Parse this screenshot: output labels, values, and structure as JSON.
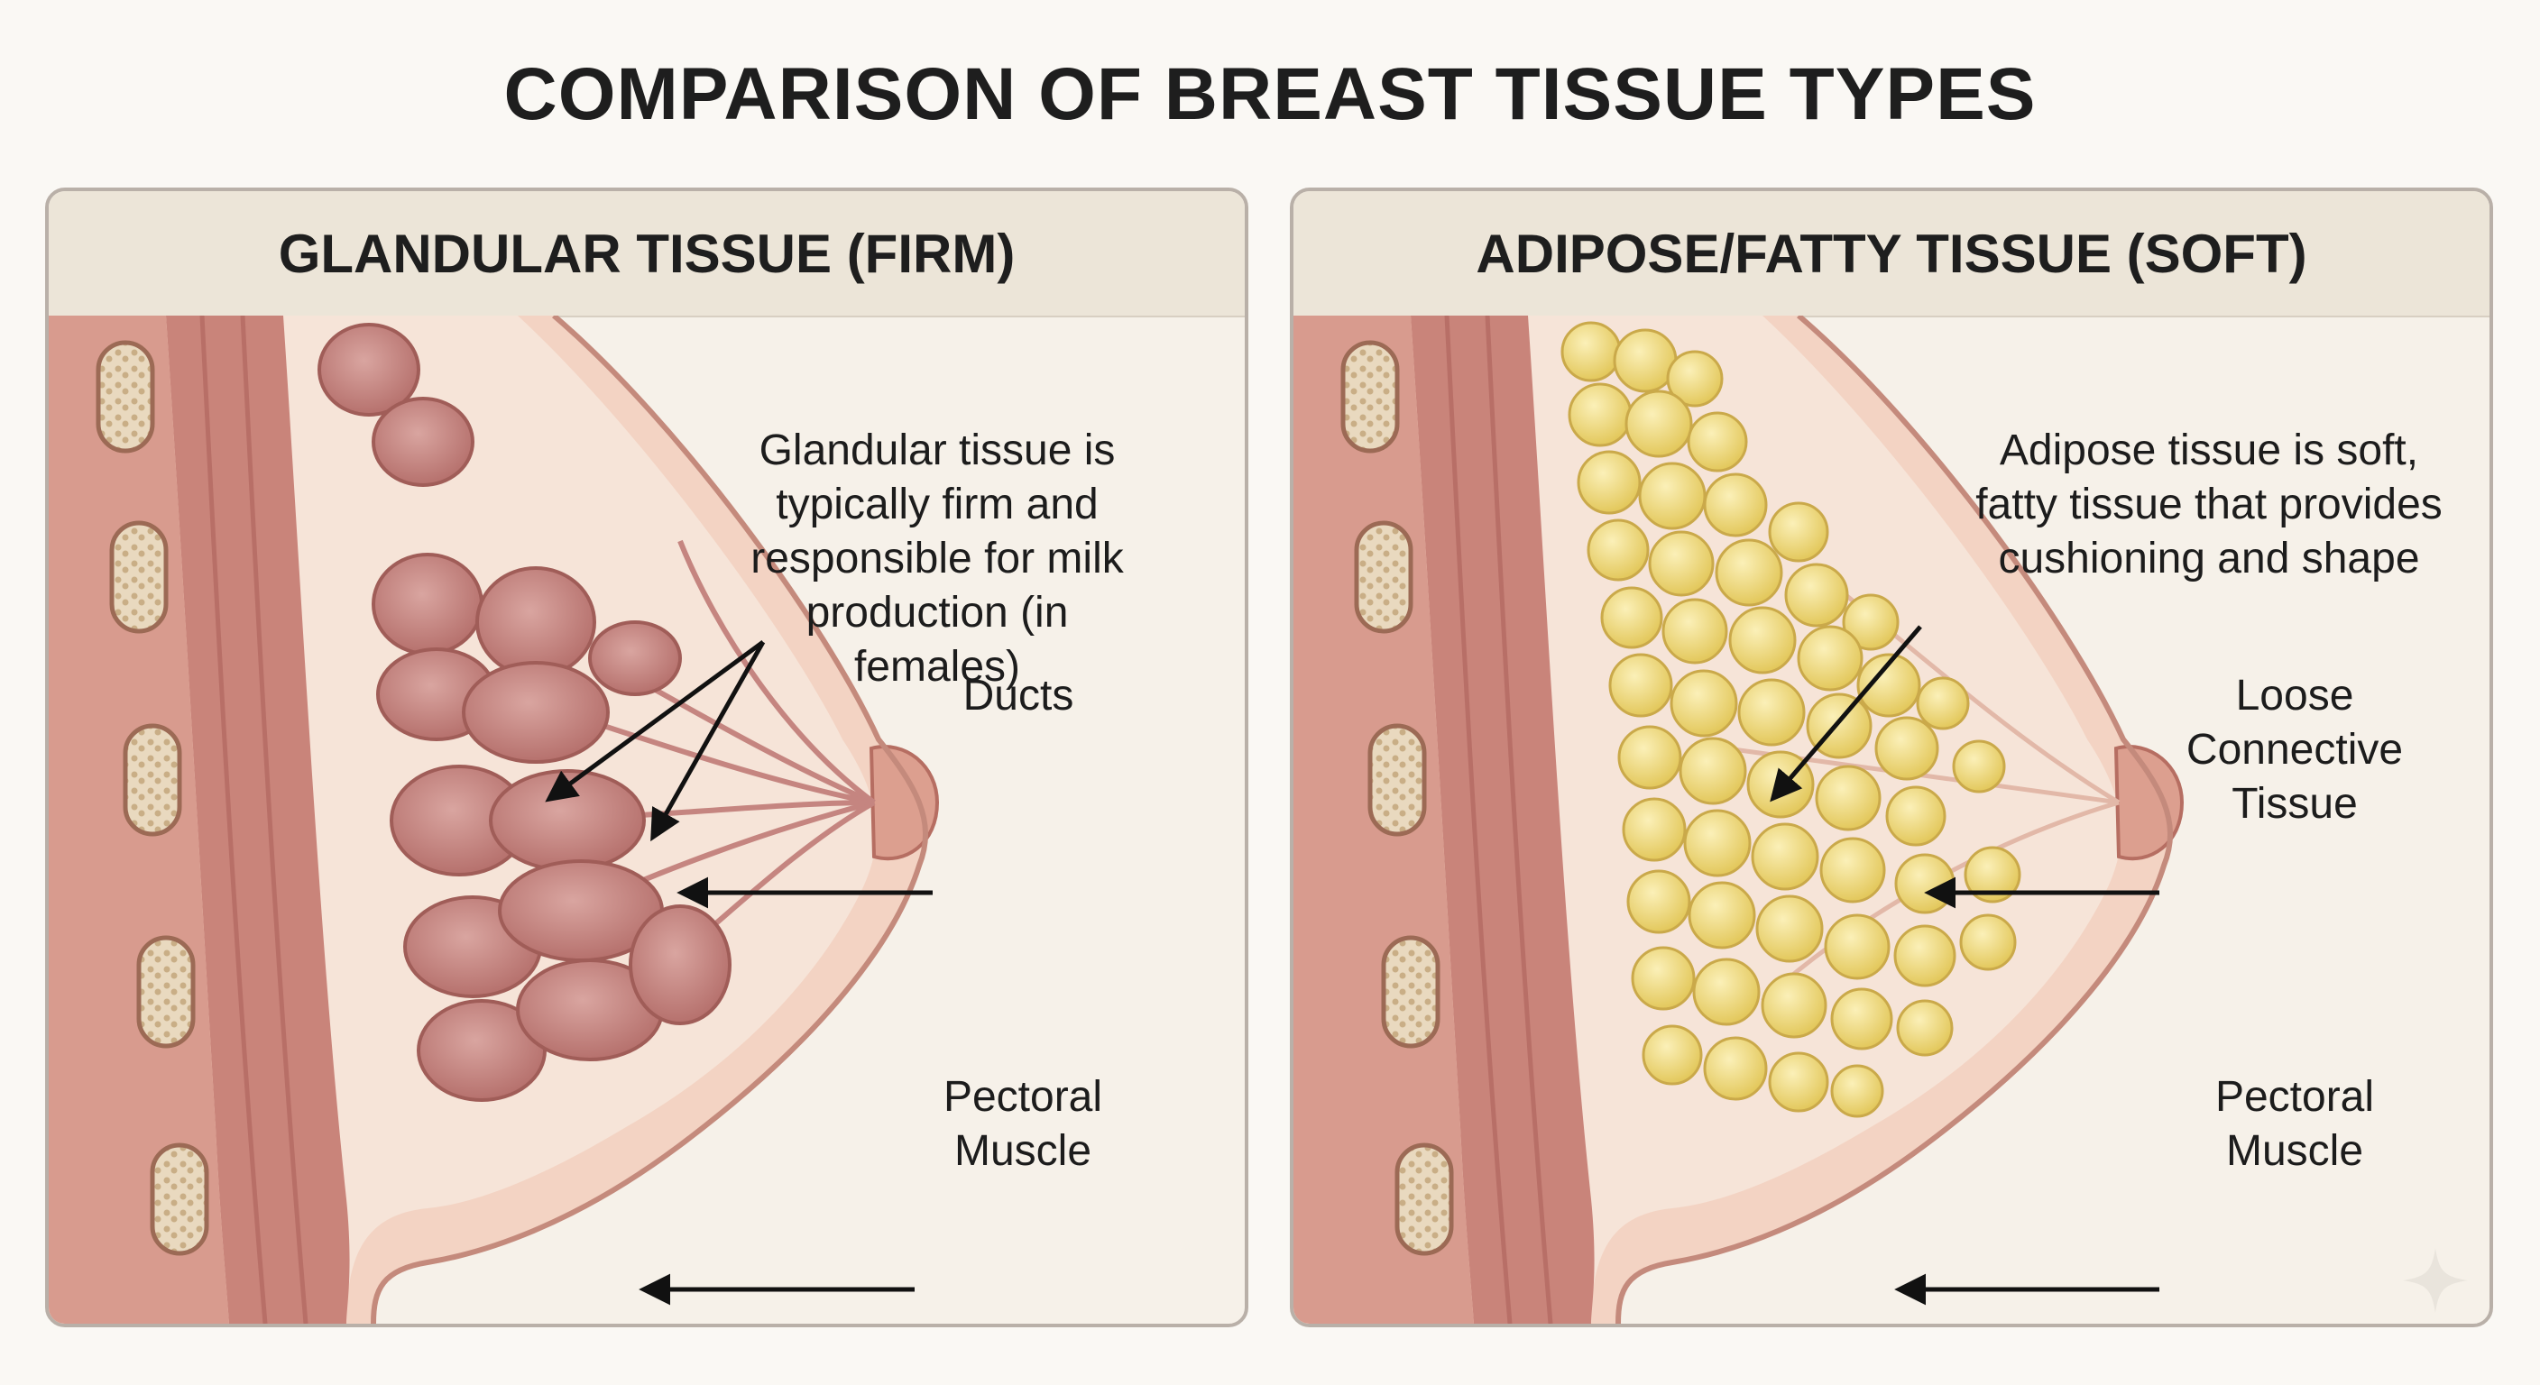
{
  "title": "COMPARISON OF BREAST TISSUE TYPES",
  "panels": [
    {
      "heading": "GLANDULAR TISSUE (FIRM)",
      "labels": {
        "description": "Glandular tissue is\ntypically firm and\nresponsible for milk\nproduction (in\nfemales)",
        "ducts": "Ducts",
        "muscle": "Pectoral\nMuscle"
      }
    },
    {
      "heading": "ADIPOSE/FATTY TISSUE (SOFT)",
      "labels": {
        "description": "Adipose tissue is soft,\nfatty tissue that provides\ncushioning and shape",
        "connective": "Loose\nConnective\nTissue",
        "muscle": "Pectoral\nMuscle"
      }
    }
  ],
  "colors": {
    "muscle": "#c9847a",
    "skin": "#f3d3c3",
    "glandular": "#c98a86",
    "fat": "#f2df8a",
    "border": "#b9b0a8"
  }
}
